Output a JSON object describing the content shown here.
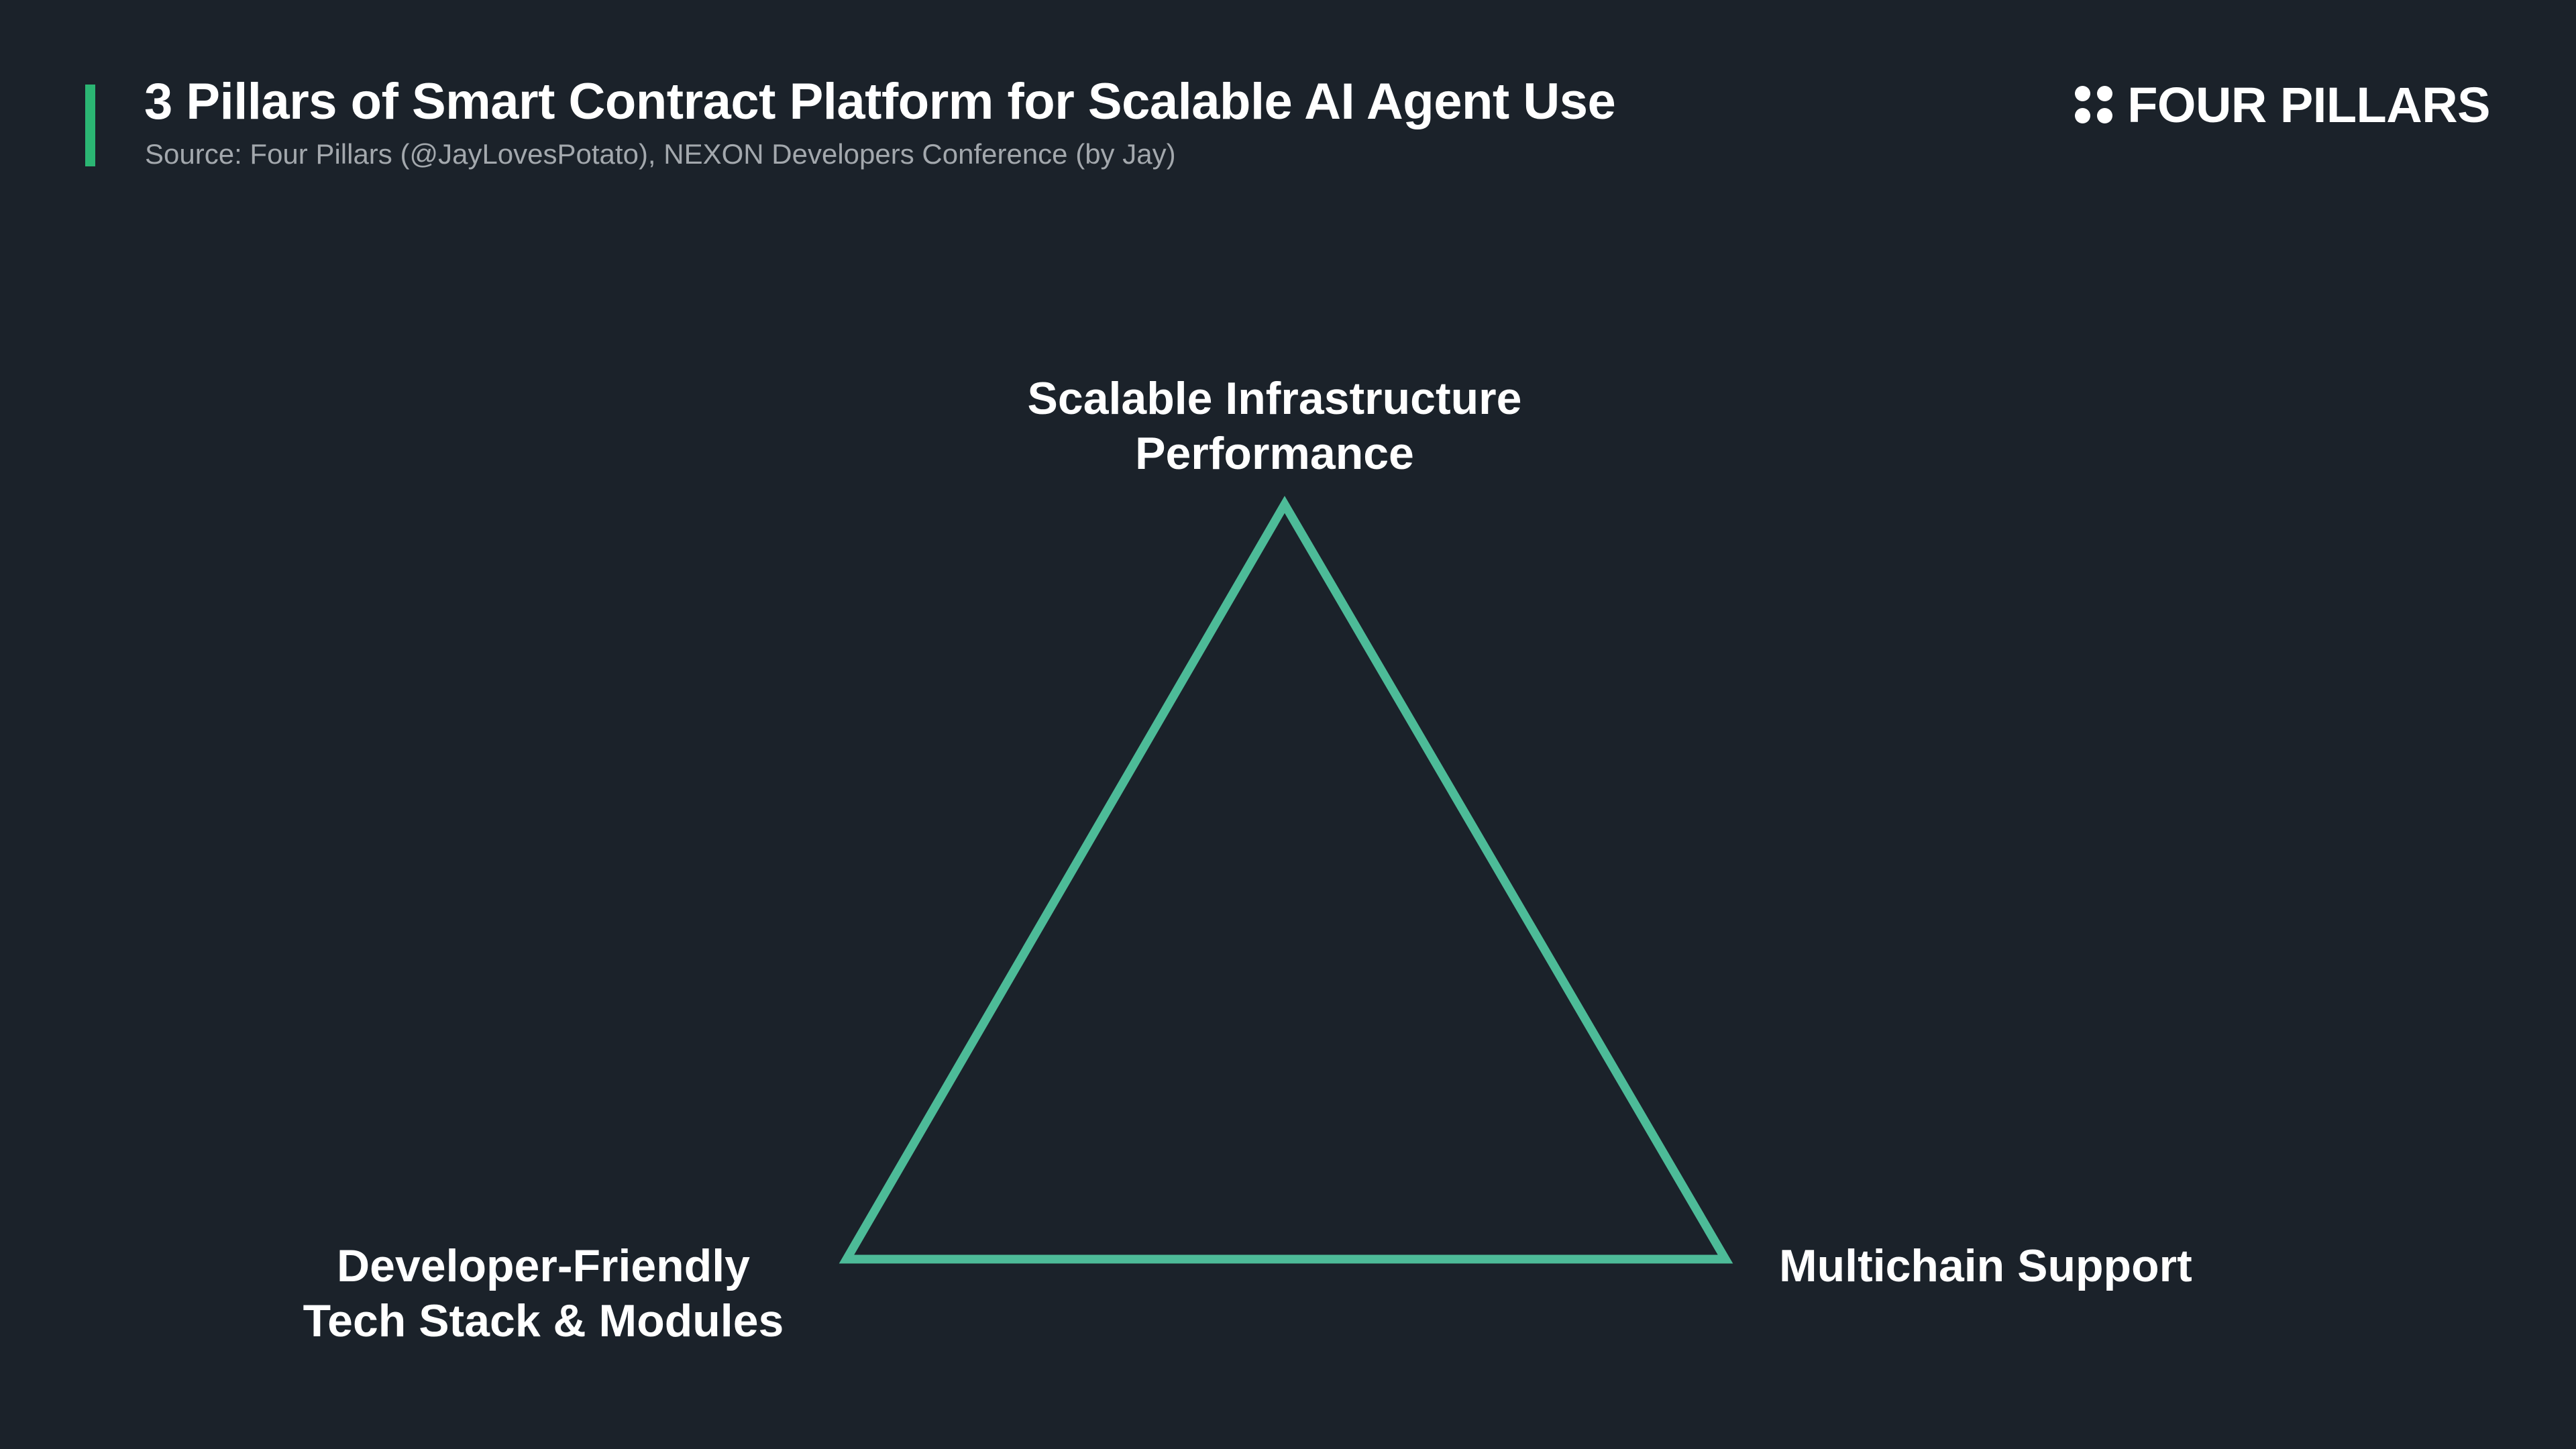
{
  "header": {
    "title": "3 Pillars of Smart Contract Platform for Scalable AI Agent Use",
    "source": "Source: Four Pillars (@JayLovesPotato), NEXON Developers Conference (by Jay)",
    "accent_color": "#2bb673"
  },
  "brand": {
    "name": "FOUR PILLARS",
    "icon": "four-dots-icon"
  },
  "diagram": {
    "shape": "triangle",
    "stroke_color": "#4dbb98",
    "background_color": "#1b222a",
    "nodes": {
      "top": {
        "line1": "Scalable Infrastructure",
        "line2": "Performance"
      },
      "bottom_left": {
        "line1": "Developer-Friendly",
        "line2": "Tech Stack & Modules"
      },
      "bottom_right": {
        "line1": "Multichain Support"
      }
    }
  }
}
